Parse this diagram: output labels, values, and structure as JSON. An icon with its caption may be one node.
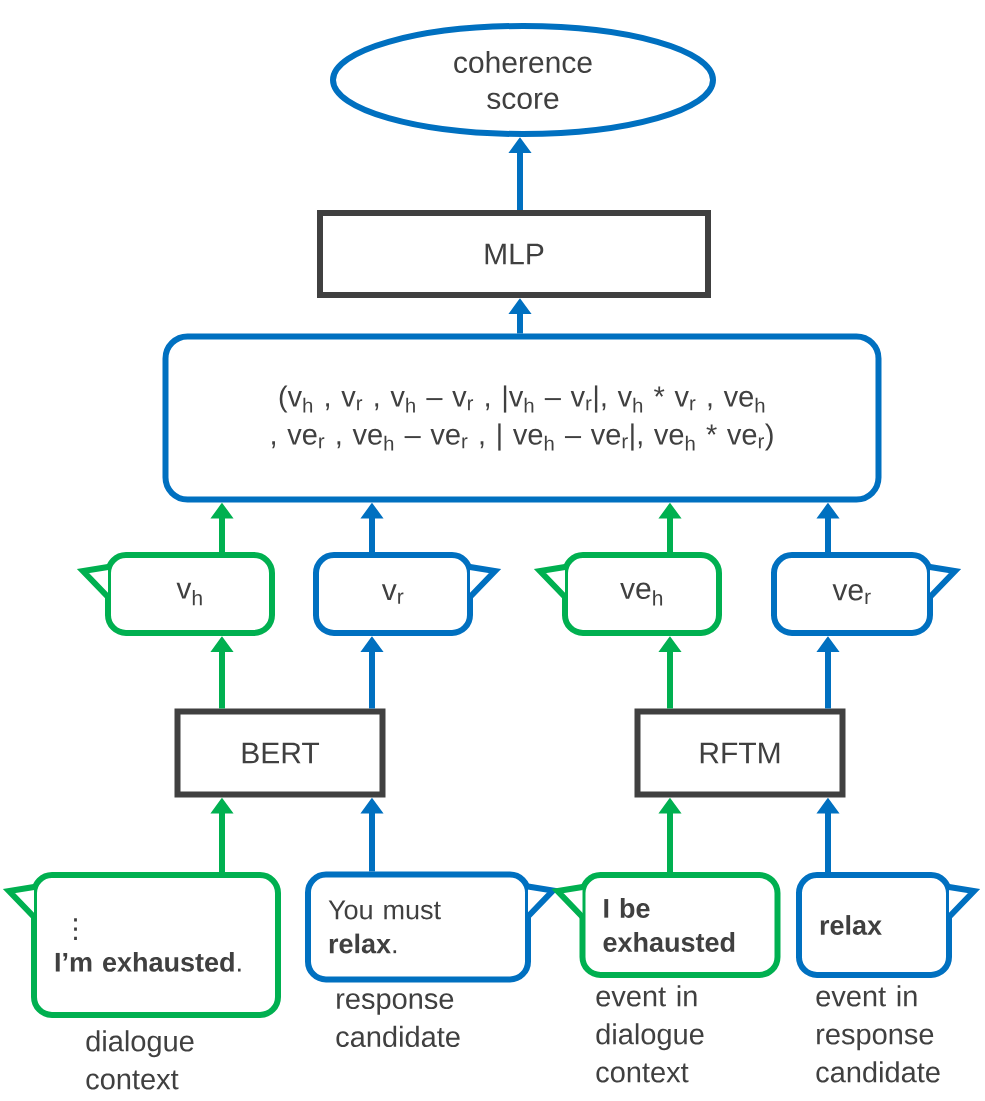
{
  "diagram": {
    "nodes": [
      {
        "text": [
          "coherence score"
        ]
      },
      {
        "text": [
          "MLP"
        ]
      },
      {
        "text": [
          "(v$_{h}$ , v$_{r}$ , v$_{h}$ – v$_{r}$ , |v$_{h}$ – v$_{r}$|, v$_{h}$ * v$_{r}$ , ve$_{h}$ , ve$_{r}$ , ve$_{h}$ – ve$_{r}$ , | ve$_{h}$ – ve$_{r}$|, ve$_{h}$ * ve$_{r}$)"
        ]
      },
      {
        "text": [
          "v$_{h}$"
        ]
      },
      {
        "text": [
          "v$_{r}$"
        ]
      },
      {
        "text": [
          "ve$_{h}$"
        ]
      },
      {
        "text": [
          "ve$_{r}$"
        ]
      },
      {
        "text": [
          "BERT"
        ]
      },
      {
        "text": [
          "RFTM"
        ]
      },
      {
        "text": [
          "⋮",
          "**I’m exhausted**."
        ],
        "beside": [
          "dialogue context"
        ]
      },
      {
        "text": [
          "You must **relax**."
        ],
        "beside": [
          "response candidate"
        ]
      },
      {
        "text": [
          "I be exhausted"
        ],
        "beside": [
          "event in dialogue context"
        ]
      },
      {
        "text": [
          "relax"
        ],
        "beside": [
          "event in response candidate"
        ]
      }
    ],
    "edges": [
      {
        "from": 1,
        "to": 0,
        "arrow": "to",
        "color": "#0070c0"
      },
      {
        "from": 2,
        "to": 1,
        "arrow": "to",
        "color": "#0070c0"
      },
      {
        "from": 3,
        "to": 2,
        "arrow": "to",
        "color": "#00b050"
      },
      {
        "from": 4,
        "to": 2,
        "arrow": "to",
        "color": "#0070c0"
      },
      {
        "from": 5,
        "to": 2,
        "arrow": "to",
        "color": "#00b050"
      },
      {
        "from": 6,
        "to": 2,
        "arrow": "to",
        "color": "#0070c0"
      },
      {
        "from": 7,
        "to": 3,
        "arrow": "to",
        "color": "#00b050"
      },
      {
        "from": 7,
        "to": 4,
        "arrow": "to",
        "color": "#0070c0"
      },
      {
        "from": 8,
        "to": 5,
        "arrow": "to",
        "color": "#00b050"
      },
      {
        "from": 8,
        "to": 6,
        "arrow": "to",
        "color": "#0070c0"
      },
      {
        "from": 9,
        "to": 7,
        "arrow": "to",
        "color": "#00b050"
      },
      {
        "from": 10,
        "to": 7,
        "arrow": "to",
        "color": "#0070c0"
      },
      {
        "from": 11,
        "to": 8,
        "arrow": "to",
        "color": "#00b050"
      },
      {
        "from": 12,
        "to": 8,
        "arrow": "to",
        "color": "#0070c0"
      }
    ]
  }
}
